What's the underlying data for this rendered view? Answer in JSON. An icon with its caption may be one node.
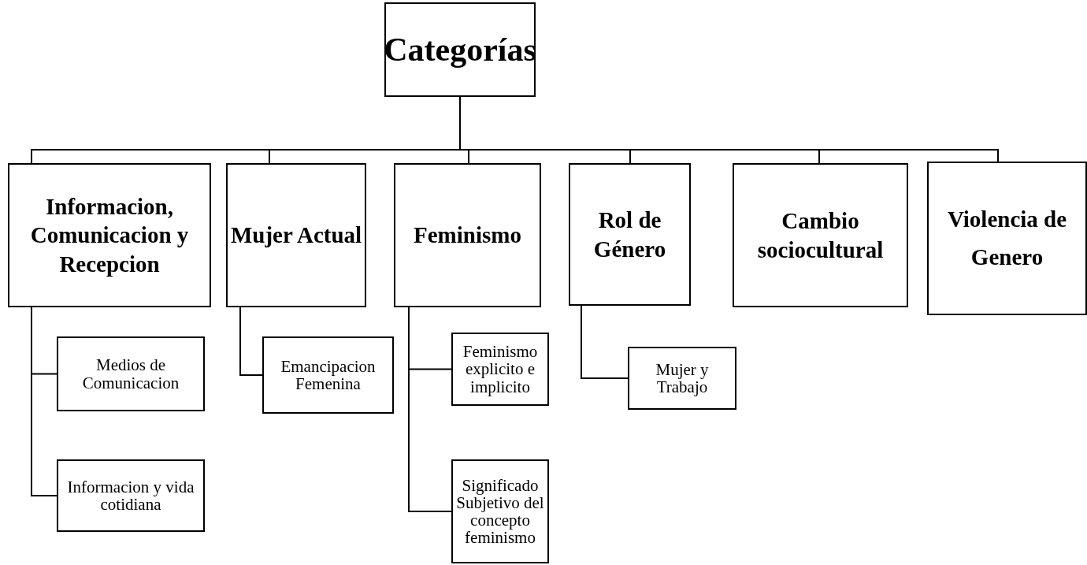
{
  "diagram": {
    "nodes": [
      {
        "text": [
          "Categorías"
        ]
      },
      {
        "text": [
          "Informacion, Comunicacion y Recepcion"
        ]
      },
      {
        "text": [
          "Mujer Actual"
        ]
      },
      {
        "text": [
          "Feminismo"
        ]
      },
      {
        "text": [
          "Rol de Género"
        ]
      },
      {
        "text": [
          "Cambio sociocultural"
        ]
      },
      {
        "text": [
          "Violencia de Genero"
        ]
      },
      {
        "text": [
          "Medios de Comunicacion"
        ]
      },
      {
        "text": [
          "Informacion  y vida cotidiana"
        ]
      },
      {
        "text": [
          "Emancipacion Femenina"
        ]
      },
      {
        "text": [
          "Feminismo explicito e implicito"
        ]
      },
      {
        "text": [
          "Significado Subjetivo del concepto feminismo"
        ]
      },
      {
        "text": [
          "Mujer y Trabajo"
        ]
      }
    ],
    "edges": [
      {
        "from": 0,
        "to": 1,
        "arrow": "none"
      },
      {
        "from": 0,
        "to": 2,
        "arrow": "none"
      },
      {
        "from": 0,
        "to": 3,
        "arrow": "none"
      },
      {
        "from": 0,
        "to": 4,
        "arrow": "none"
      },
      {
        "from": 0,
        "to": 5,
        "arrow": "none"
      },
      {
        "from": 0,
        "to": 6,
        "arrow": "none"
      },
      {
        "from": 1,
        "to": 7,
        "arrow": "none"
      },
      {
        "from": 1,
        "to": 8,
        "arrow": "none"
      },
      {
        "from": 2,
        "to": 9,
        "arrow": "none"
      },
      {
        "from": 3,
        "to": 10,
        "arrow": "none"
      },
      {
        "from": 3,
        "to": 11,
        "arrow": "none"
      },
      {
        "from": 4,
        "to": 12,
        "arrow": "none"
      }
    ]
  }
}
